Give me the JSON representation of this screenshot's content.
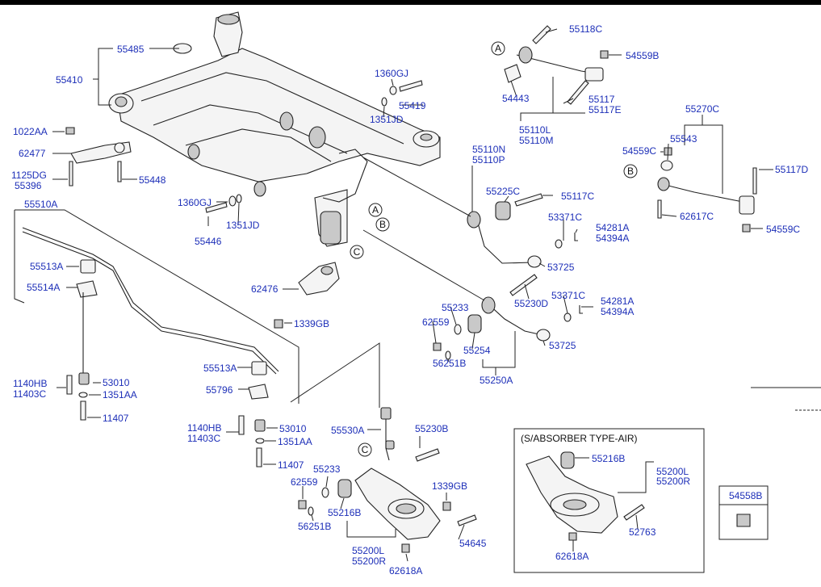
{
  "labels": {
    "p55485": "55485",
    "p55410": "55410",
    "p1022AA": "1022AA",
    "p62477": "62477",
    "p1125DG": "1125DG",
    "p55396": "55396",
    "p55448": "55448",
    "p1360GJ_top": "1360GJ",
    "p55419": "55419",
    "p1351JD_top": "1351JD",
    "p1360GJ_mid": "1360GJ",
    "p1351JD_mid": "1351JD",
    "p55446": "55446",
    "p55510A": "55510A",
    "p55513A_left": "55513A",
    "p55514A": "55514A",
    "p62476": "62476",
    "p1339GB_mid": "1339GB",
    "p55513A_mid": "55513A",
    "p55796": "55796",
    "p1140HB_left": "1140HB",
    "p11403C_left": "11403C",
    "p53010_left": "53010",
    "p1351AA_left": "1351AA",
    "p11407_left": "11407",
    "p1140HB_mid": "1140HB",
    "p11403C_mid": "11403C",
    "p53010_mid": "53010",
    "p1351AA_mid": "1351AA",
    "p11407_mid": "11407",
    "p55530A": "55530A",
    "p55230B": "55230B",
    "p55233_low": "55233",
    "p62559_low": "62559",
    "p55216B_low": "55216B",
    "p56251B_low": "56251B",
    "p1339GB_low": "1339GB",
    "p54645": "54645",
    "p55200L_low": "55200L",
    "p55200R_low": "55200R",
    "p62618A_low": "62618A",
    "p55118C": "55118C",
    "p54559B": "54559B",
    "p54443": "54443",
    "p55117": "55117",
    "p55117E": "55117E",
    "p55110L": "55110L",
    "p55110M": "55110M",
    "p55110N": "55110N",
    "p55110P": "55110P",
    "p55225C": "55225C",
    "p55117C": "55117C",
    "p53371C_a": "53371C",
    "p54281A_a": "54281A",
    "p54394A_a": "54394A",
    "p53725_a": "53725",
    "p55270C": "55270C",
    "p55543": "55543",
    "p54559C_a": "54559C",
    "p55117D": "55117D",
    "p62617C": "62617C",
    "p54559C_b": "54559C",
    "p55230D": "55230D",
    "p53371C_b": "53371C",
    "p54281A_b": "54281A",
    "p54394A_b": "54394A",
    "p55233_mid": "55233",
    "p62559_mid": "62559",
    "p55254": "55254",
    "p56251B_mid": "56251B",
    "p53725_b": "53725",
    "p55250A": "55250A",
    "p55216B_box": "55216B",
    "p55200L_box": "55200L",
    "p55200R_box": "55200R",
    "p52763": "52763",
    "p62618A_box": "62618A",
    "p54558B": "54558B"
  },
  "air_box_title": "(S/ABSORBER TYPE-AIR)",
  "callouts": {
    "A": "A",
    "B": "B",
    "C": "C"
  }
}
